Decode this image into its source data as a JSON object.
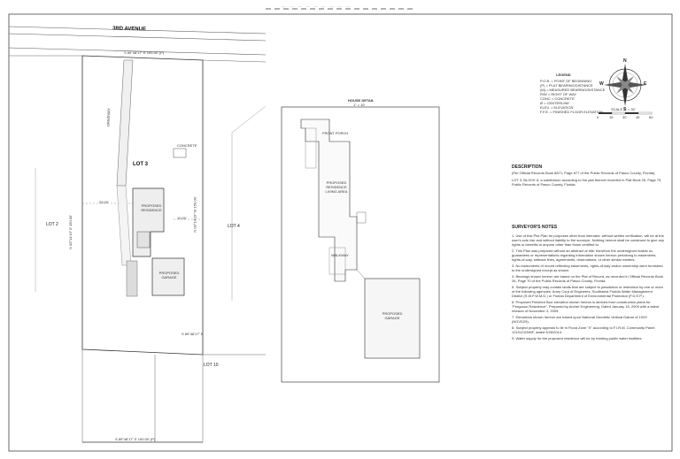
{
  "header": {
    "title_block_text": "— — —  —  —  —  —  — —"
  },
  "site_plan": {
    "street": "3RD AVENUE",
    "lot_main": "LOT 3",
    "lot_left": "LOT 2",
    "lot_right": "LOT 4",
    "lot_bottom": "LOT 10",
    "proposed_residence": "PROPOSED RESIDENCE",
    "proposed_garage": "PROPOSED GARAGE",
    "concrete_label": "CONCRETE",
    "driveway_label": "DRIVEWAY",
    "north_bearing": "S 89°48'17\" E  100.00' (P)",
    "south_bearing": "S 89°48'17\" E  100.00' (P)",
    "mid_bearing": "S 89°48'17\" E",
    "left_dim": "N 00°14'19\" E  150.00'",
    "right_dim": "N 00°14'19\" W  150.00'",
    "setback_front": "25.00'",
    "setback_side": "10.00'"
  },
  "house_detail": {
    "title": "HOUSE DETAIL",
    "scale": "1\" = 10'",
    "residence_label": "PROPOSED RESIDENCE",
    "residence_sub": "LIVING AREA",
    "garage_label": "PROPOSED GARAGE",
    "porch_label": "FRONT PORCH",
    "walkway_label": "WALKWAY"
  },
  "legend": {
    "title": "LEGEND",
    "items": [
      "P.O.B. = POINT OF BEGINNING",
      "(P) = PLAT BEARING/DISTANCE",
      "(M) = MEASURED BEARING/DISTANCE",
      "R/W = RIGHT OF WAY",
      "CONC = CONCRETE",
      "Ø = CENTERLINE",
      "ELEV. = ELEVATION",
      "F.F.E. = FINISHED FLOOR ELEVATION"
    ]
  },
  "compass": {
    "n": "N",
    "s": "S",
    "e": "E",
    "w": "W",
    "scale_label": "SCALE  1\" = 30'",
    "scale_ticks": [
      "0",
      "15",
      "30",
      "45",
      "60"
    ]
  },
  "description": {
    "heading": "DESCRIPTION",
    "line1": "(Per Official Records Book 8871, Page 877 of the Public Records of Pasco County, Florida)",
    "line2": "LOT 3, BLOCK 6, a subdivision according to the plat thereof recorded in Plat Book 26, Page 70, Public Records of Pasco County, Florida."
  },
  "notes": {
    "heading": "SURVEYOR'S NOTES",
    "items": [
      "1. Use of this Plot Plan for purposes other than intended, without written verification, will be at the user's sole risk and without liability to the surveyor. Nothing hereon shall be construed to give any rights or benefits to anyone other than those certified to.",
      "2. This Plan was prepared without an abstract of title; therefore the undersigned makes no guarantees or representations regarding information shown hereon pertaining to easements, rights-of-way, setback lines, agreements, reservations, or other similar matters.",
      "3. No instruments of record reflecting easements, rights-of-way and/or ownership were furnished to the undersigned except as shown.",
      "4. Bearings shown hereon are based on the Plat of Record, as recorded in Official Records Book 26, Page 70 of the Public Records of Pasco County, Florida.",
      "5. Subject property may contain lands that are subject to jurisdiction or restriction by one or more of the following agencies: Army Corp of Engineers, Southwest Florida Water Management District (S.W.F.W.M.D.) or Florida Department of Environmental Protection (F.D.E.P.).",
      "6. Proposed Finished floor elevation shown hereon is derived from construction plans for \"Ferguson Residence\", Prepared by Archer Engineering, Dated January 15, 2009 with a latest revision of November 3, 2009.",
      "7. Elevations shown hereon are based upon National Geodetic Vertical Datum of 1929 (NGVD29).",
      "8. Subject property appears to lie in Flood Zone \"X\" according to F.I.R.M. Community Panel 12101C0390F, dated 9/26/2014.",
      "9. Water supply for the proposed residence will be by existing public water facilities."
    ]
  }
}
